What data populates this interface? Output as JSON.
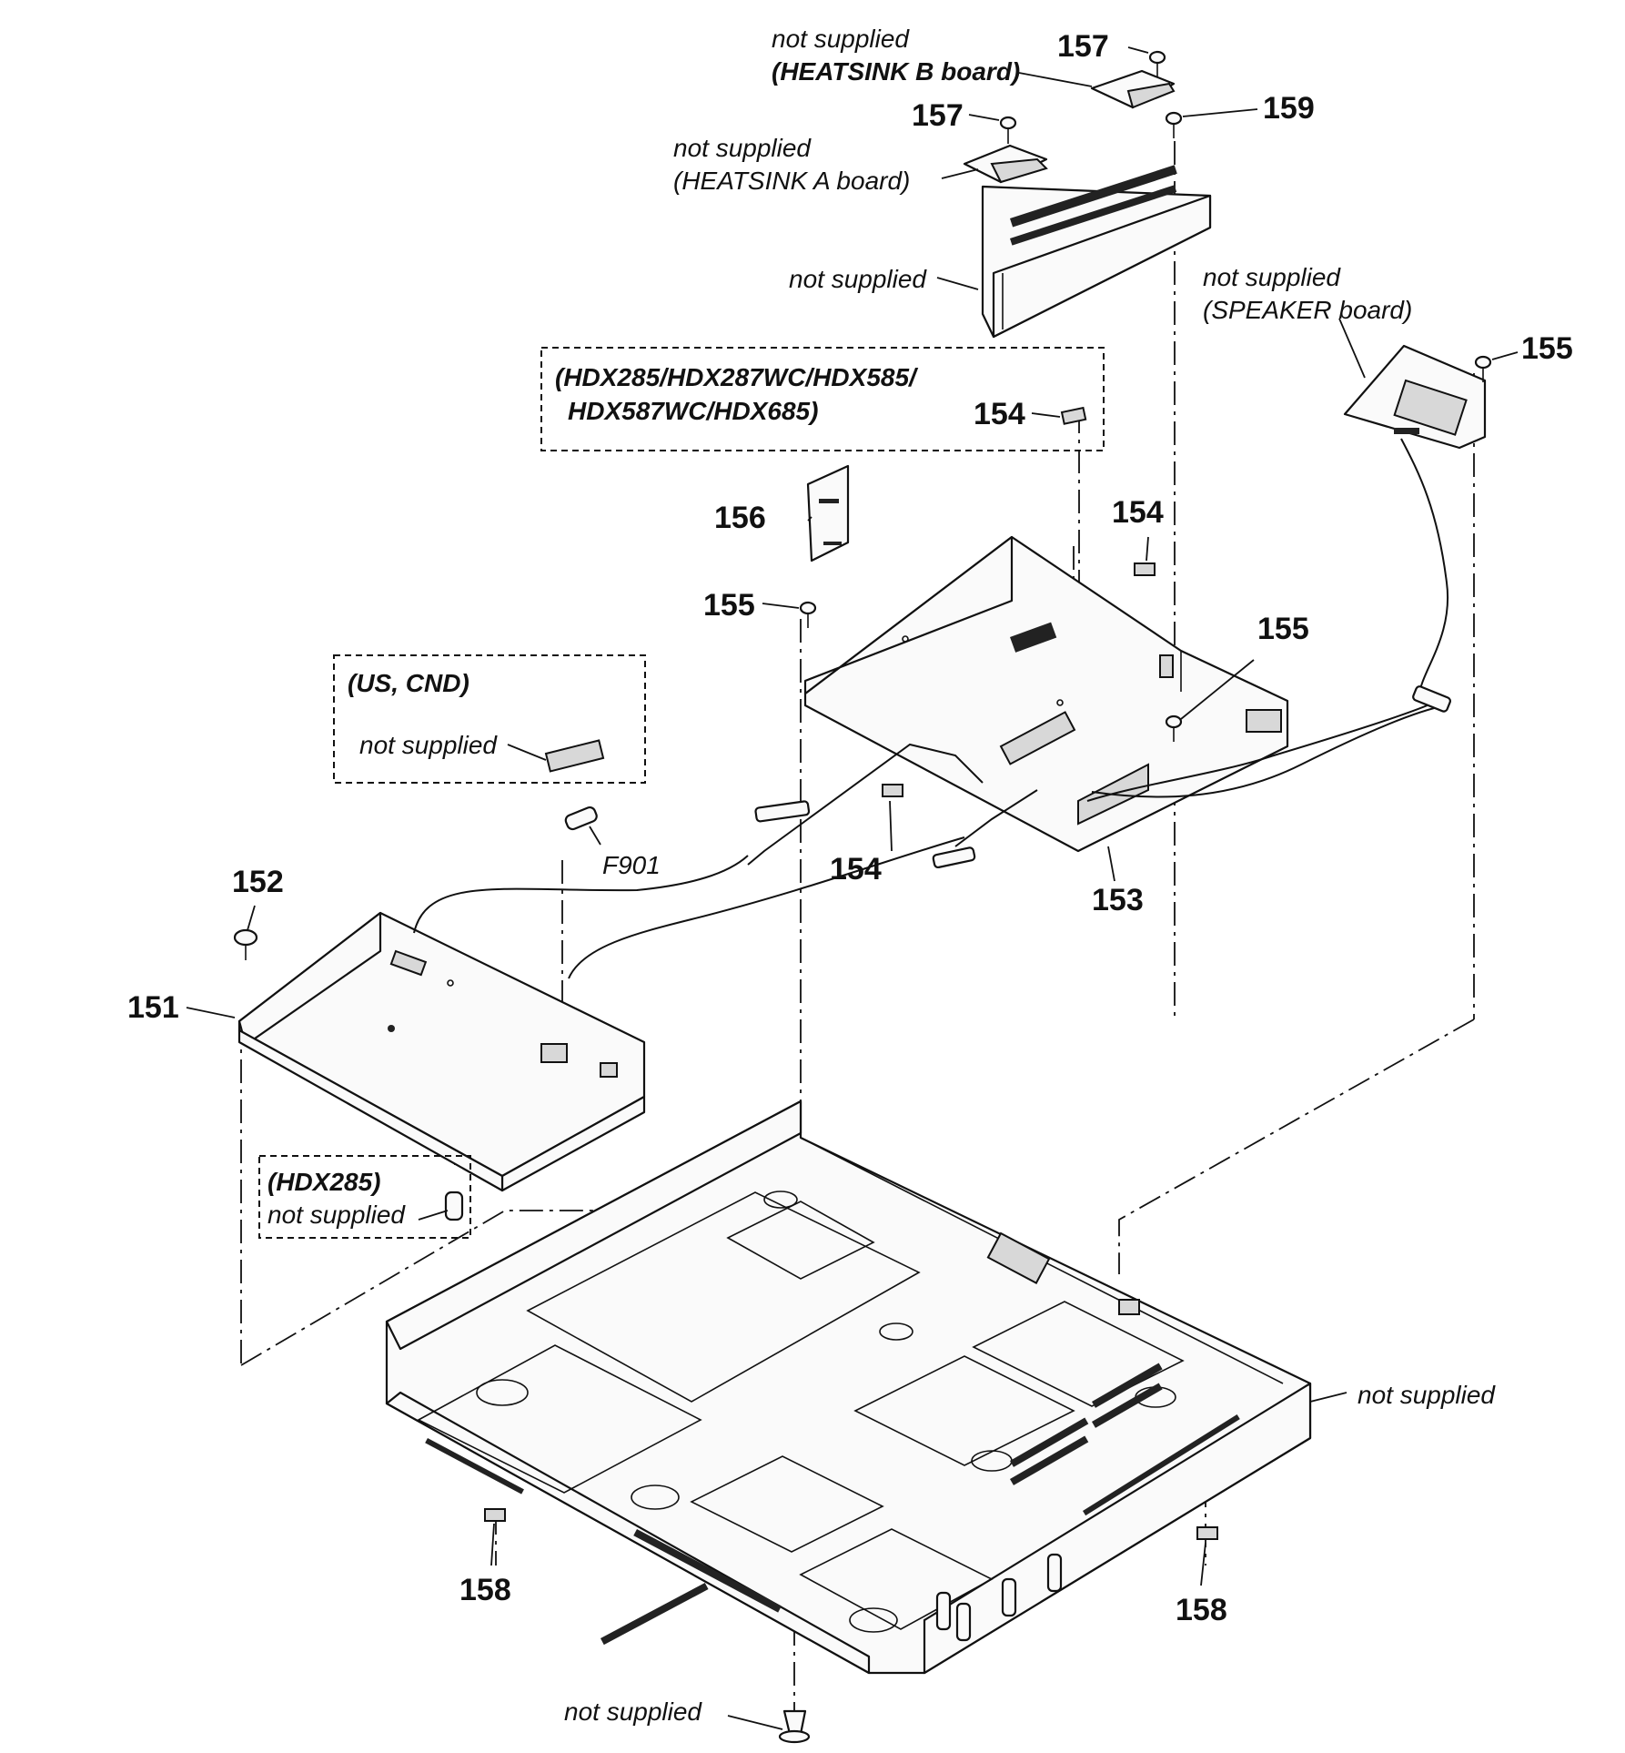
{
  "labels": {
    "n151": "151",
    "n152": "152",
    "n153": "153",
    "n154a": "154",
    "n154b": "154",
    "n154c": "154",
    "n155a": "155",
    "n155b": "155",
    "n155c": "155",
    "n156": "156",
    "n157a": "157",
    "n157b": "157",
    "n158a": "158",
    "n158b": "158",
    "n159": "159",
    "f901": "F901"
  },
  "notes": {
    "ns_heatsink_b": "not supplied",
    "heatsink_b": "(HEATSINK B board)",
    "ns_heatsink_a": "not supplied",
    "heatsink_a": "(HEATSINK A board)",
    "ns_bracket": "not supplied",
    "ns_speaker": "not supplied",
    "speaker_board": "(SPEAKER board)",
    "models_line1": "(HDX285/HDX287WC/HDX585/",
    "models_line2": "HDX587WC/HDX685)",
    "us_cnd": "(US, CND)",
    "ns_us_cnd": "not supplied",
    "hdx285": "(HDX285)",
    "ns_hdx285": "not supplied",
    "ns_chassis": "not supplied",
    "ns_foot": "not supplied"
  }
}
